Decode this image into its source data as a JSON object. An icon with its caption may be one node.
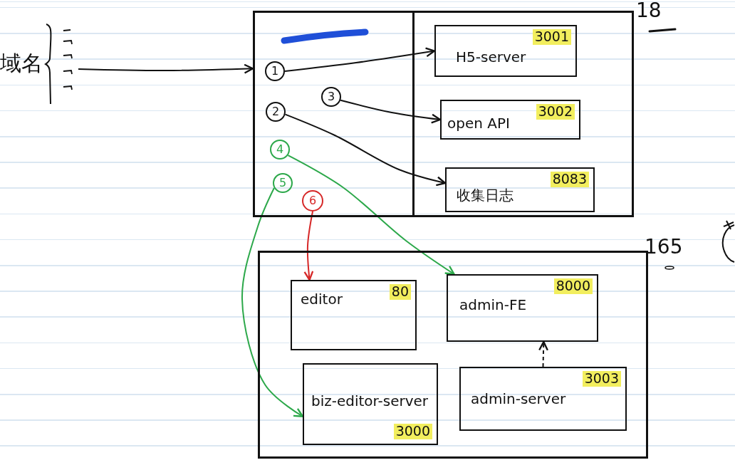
{
  "diagram": {
    "nodes": [
      {
        "text": [
          "域名"
        ]
      },
      {
        "text": [],
        "shape": "box",
        "beside": [
          "18"
        ]
      },
      {
        "text": [],
        "shape": "box",
        "in": 1
      },
      {
        "text": [
          "1"
        ],
        "in": 2
      },
      {
        "text": [
          "2"
        ],
        "in": 2
      },
      {
        "text": [
          "3"
        ],
        "in": 2
      },
      {
        "text": [
          "4"
        ],
        "in": 2
      },
      {
        "text": [
          "5"
        ],
        "in": 2
      },
      {
        "text": [
          "6"
        ],
        "in": 2
      },
      {
        "text": [
          "H5-server",
          "3001"
        ],
        "in": 1
      },
      {
        "text": [
          "open API",
          "3002"
        ],
        "in": 1
      },
      {
        "text": [
          "收集日志",
          "8083"
        ],
        "in": 1
      },
      {
        "text": [],
        "shape": "box",
        "beside": [
          "165"
        ]
      },
      {
        "text": [
          "editor",
          "80"
        ],
        "in": 12
      },
      {
        "text": [
          "admin-FE",
          "8000"
        ],
        "in": 12
      },
      {
        "text": [
          "biz-editor-server",
          "3000"
        ],
        "in": 12
      },
      {
        "text": [
          "admin-server",
          "3003"
        ],
        "in": 12
      }
    ],
    "edges": [
      {
        "from": 0,
        "to": 1,
        "arrow": "to"
      },
      {
        "from": 3,
        "to": 9,
        "arrow": "to"
      },
      {
        "from": 5,
        "to": 10,
        "arrow": "to"
      },
      {
        "from": 4,
        "to": 11,
        "arrow": "to"
      },
      {
        "from": 6,
        "to": 14,
        "arrow": "to",
        "color": "#2ca84a"
      },
      {
        "from": 7,
        "to": 15,
        "arrow": "to",
        "color": "#2ca84a"
      },
      {
        "from": 8,
        "to": 13,
        "arrow": "to",
        "color": "#d62828"
      },
      {
        "from": 16,
        "to": 14,
        "arrow": "to",
        "style": "dashed"
      }
    ]
  }
}
